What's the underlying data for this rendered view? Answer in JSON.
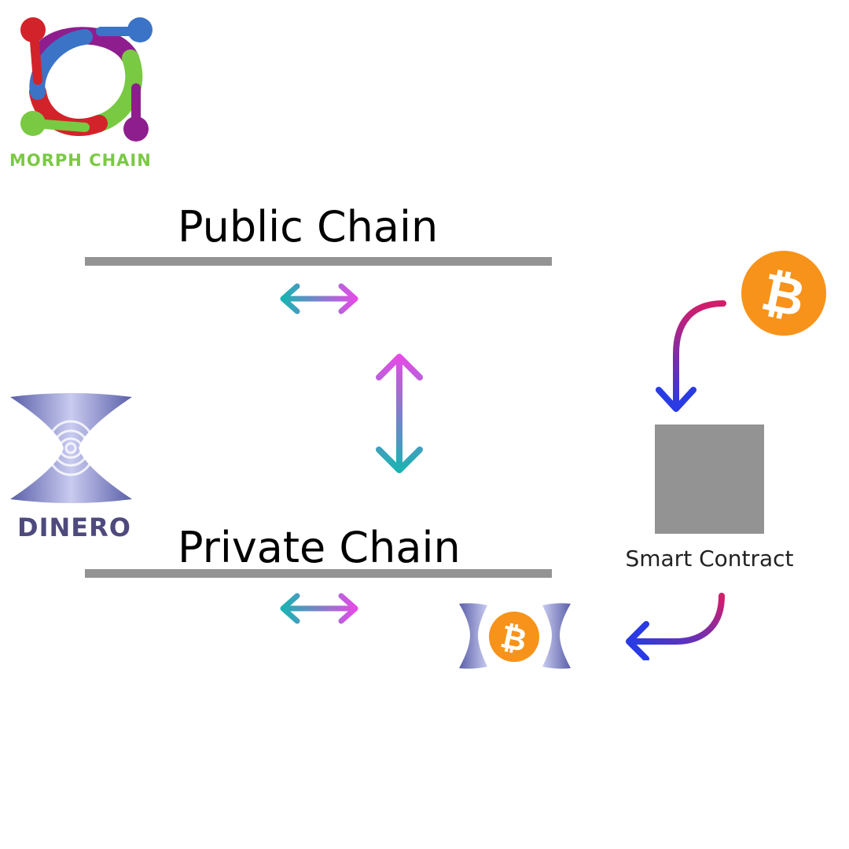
{
  "brand": {
    "name": "MORPH CHAIN",
    "accent": "#7ac943"
  },
  "chains": {
    "public_label": "Public Chain",
    "private_label": "Private Chain",
    "line_color": "#939393"
  },
  "smart_contract": {
    "label": "Smart Contract",
    "box_color": "#939393"
  },
  "dinero": {
    "name": "DINERO",
    "color": "#6b6fb8"
  },
  "bitcoin": {
    "symbol": "₿",
    "color": "#f7931a"
  },
  "icons": [
    "morph-chain-logo-icon",
    "dinero-logo-icon",
    "bitcoin-icon",
    "wrapped-bitcoin-icon",
    "double-headed-arrow-icon",
    "curved-arrow-icon"
  ]
}
